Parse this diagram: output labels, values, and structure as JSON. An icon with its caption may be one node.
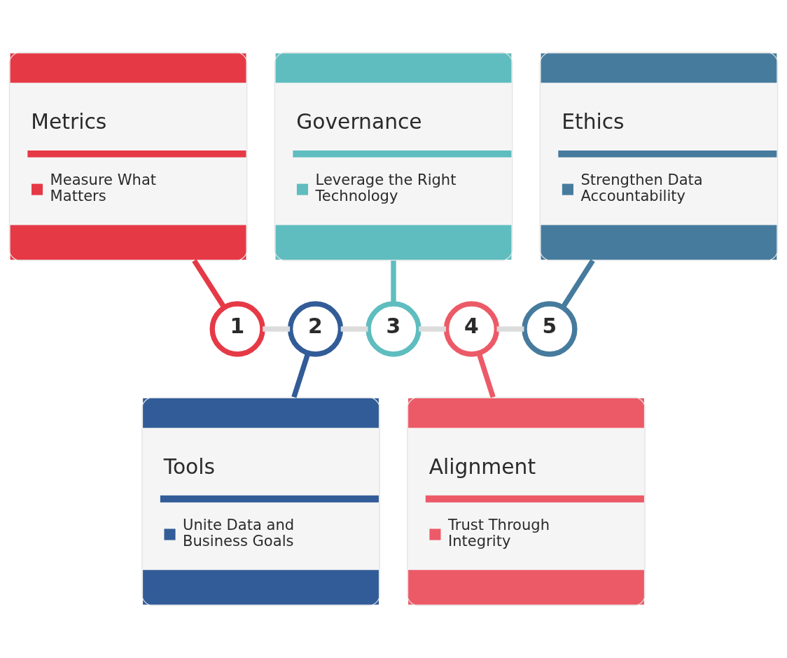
{
  "diagram": {
    "nodes": [
      {
        "text": [
          "Metrics",
          "Measure What Matters"
        ]
      },
      {
        "text": [
          "Governance",
          "Leverage the Right Technology"
        ]
      },
      {
        "text": [
          "Ethics",
          "Strengthen Data Accountability"
        ]
      },
      {
        "text": [
          "1"
        ]
      },
      {
        "text": [
          "2"
        ]
      },
      {
        "text": [
          "3"
        ]
      },
      {
        "text": [
          "4"
        ]
      },
      {
        "text": [
          "5"
        ]
      },
      {
        "text": [
          "Tools",
          "Unite Data and Business Goals"
        ]
      },
      {
        "text": [
          "Alignment",
          "Trust Through Integrity"
        ]
      }
    ],
    "edges": [
      {
        "from": 0,
        "to": 3,
        "arrow": "none",
        "color": "#e63946"
      },
      {
        "from": 1,
        "to": 5,
        "arrow": "none",
        "color": "#5fbdbf"
      },
      {
        "from": 2,
        "to": 7,
        "arrow": "none",
        "color": "#467b9e"
      },
      {
        "from": 3,
        "to": 4,
        "arrow": "none"
      },
      {
        "from": 4,
        "to": 5,
        "arrow": "none"
      },
      {
        "from": 5,
        "to": 6,
        "arrow": "none"
      },
      {
        "from": 6,
        "to": 7,
        "arrow": "none"
      },
      {
        "from": 4,
        "to": 8,
        "arrow": "none",
        "color": "#325c98"
      },
      {
        "from": 6,
        "to": 9,
        "arrow": "none",
        "color": "#ec5a67"
      }
    ]
  }
}
